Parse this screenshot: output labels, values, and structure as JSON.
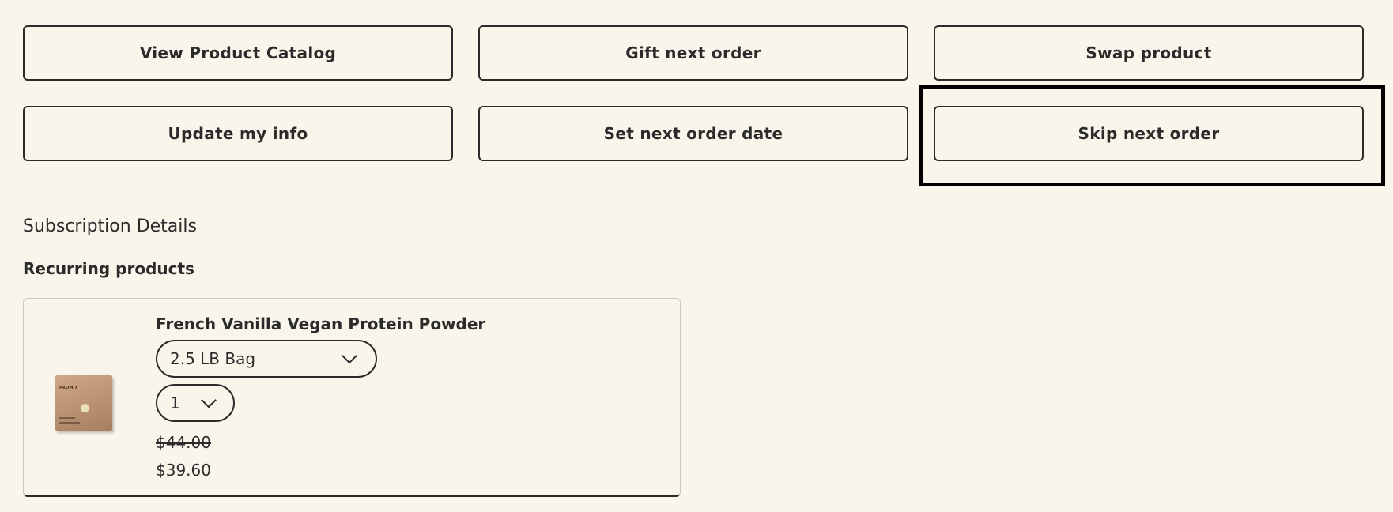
{
  "actions": {
    "view_catalog": "View Product Catalog",
    "gift_next_order": "Gift next order",
    "swap_product": "Swap product",
    "update_info": "Update my info",
    "set_next_order_date": "Set next order date",
    "skip_next_order": "Skip next order"
  },
  "subscription": {
    "heading": "Subscription Details",
    "recurring_label": "Recurring products",
    "product": {
      "name": "French Vanilla Vegan Protein Powder",
      "image_brand": "PROMIX",
      "size_option": "2.5 LB Bag",
      "quantity": "1",
      "price_original": "$44.00",
      "price_current": "$39.60"
    }
  },
  "icons": {
    "size_dropdown": "chevron-down-icon",
    "quantity_dropdown": "chevron-down-icon"
  },
  "colors": {
    "background": "#faf5eb",
    "text": "#2b2b2b",
    "focus_outline": "#000000"
  }
}
